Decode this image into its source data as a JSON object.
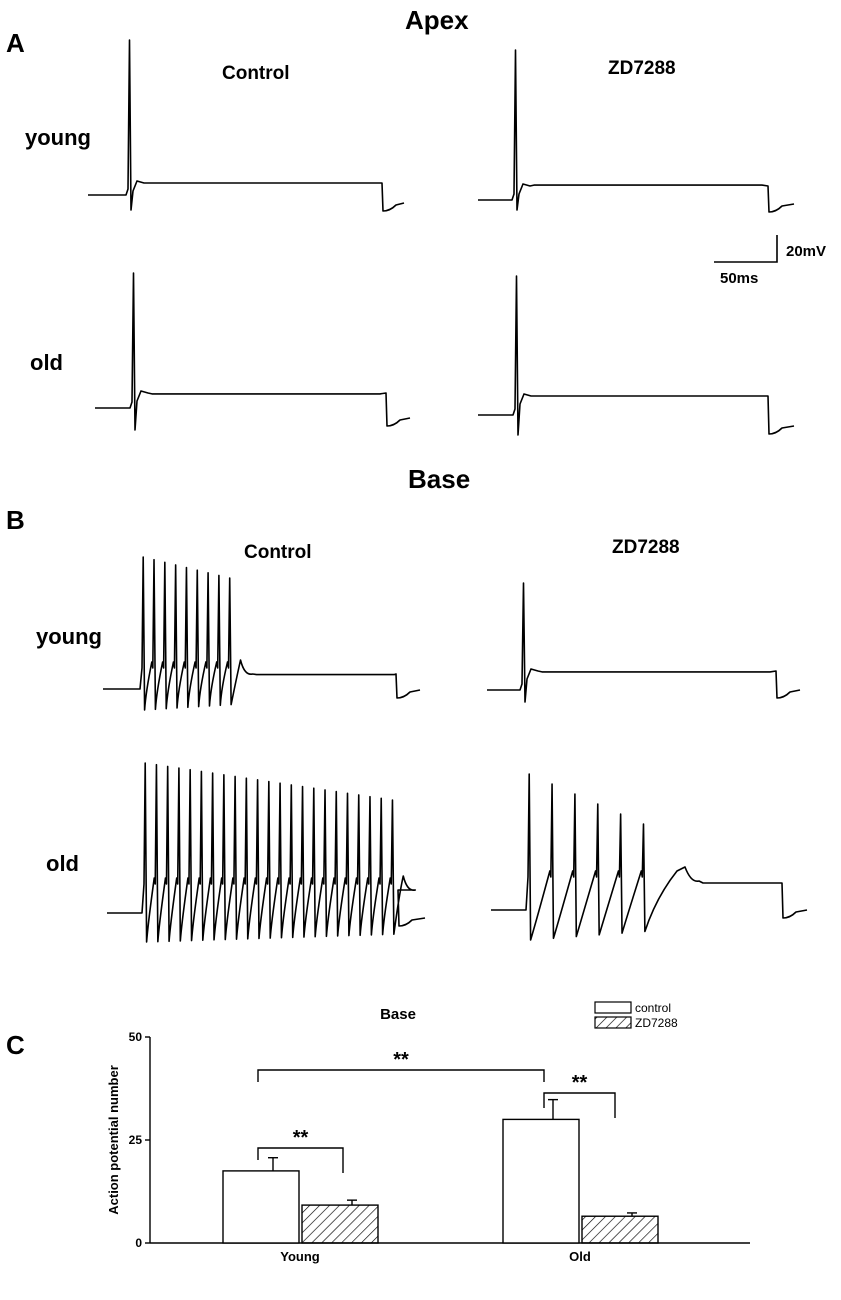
{
  "panel_a": {
    "letter": "A",
    "title": "Apex",
    "control_label": "Control",
    "drug_label": "ZD7288",
    "young_label": "young",
    "old_label": "old"
  },
  "scale_bar": {
    "voltage": "20mV",
    "time": "50ms"
  },
  "panel_b": {
    "letter": "B",
    "title": "Base",
    "control_label": "Control",
    "drug_label": "ZD7288",
    "young_label": "young",
    "old_label": "old"
  },
  "panel_c": {
    "letter": "C"
  },
  "traces": {
    "apex_young_control_spikes": 1,
    "apex_young_zd_spikes": 1,
    "apex_old_control_spikes": 1,
    "apex_old_zd_spikes": 1,
    "base_young_control_spikes": 9,
    "base_young_zd_spikes": 1,
    "base_old_control_spikes": 23,
    "base_old_zd_spikes": 6
  },
  "chart_data": {
    "type": "bar",
    "title": "Base",
    "ylabel": "Action potential number",
    "xlabel": "",
    "ylim": [
      0,
      50
    ],
    "yticks": [
      0,
      25,
      50
    ],
    "categories": [
      "Young",
      "Old"
    ],
    "series": [
      {
        "name": "control",
        "values": [
          17.5,
          30
        ],
        "errors": [
          3.2,
          4.8
        ],
        "pattern": "open"
      },
      {
        "name": "ZD7288",
        "values": [
          9.2,
          6.5
        ],
        "errors": [
          1.2,
          0.8
        ],
        "pattern": "hatched"
      }
    ],
    "legend_position": "top-right",
    "significance": [
      {
        "label": "**",
        "between": "Young control vs Young ZD7288"
      },
      {
        "label": "**",
        "between": "Old control vs Old ZD7288"
      },
      {
        "label": "**",
        "between": "Young control vs Old control"
      }
    ]
  }
}
